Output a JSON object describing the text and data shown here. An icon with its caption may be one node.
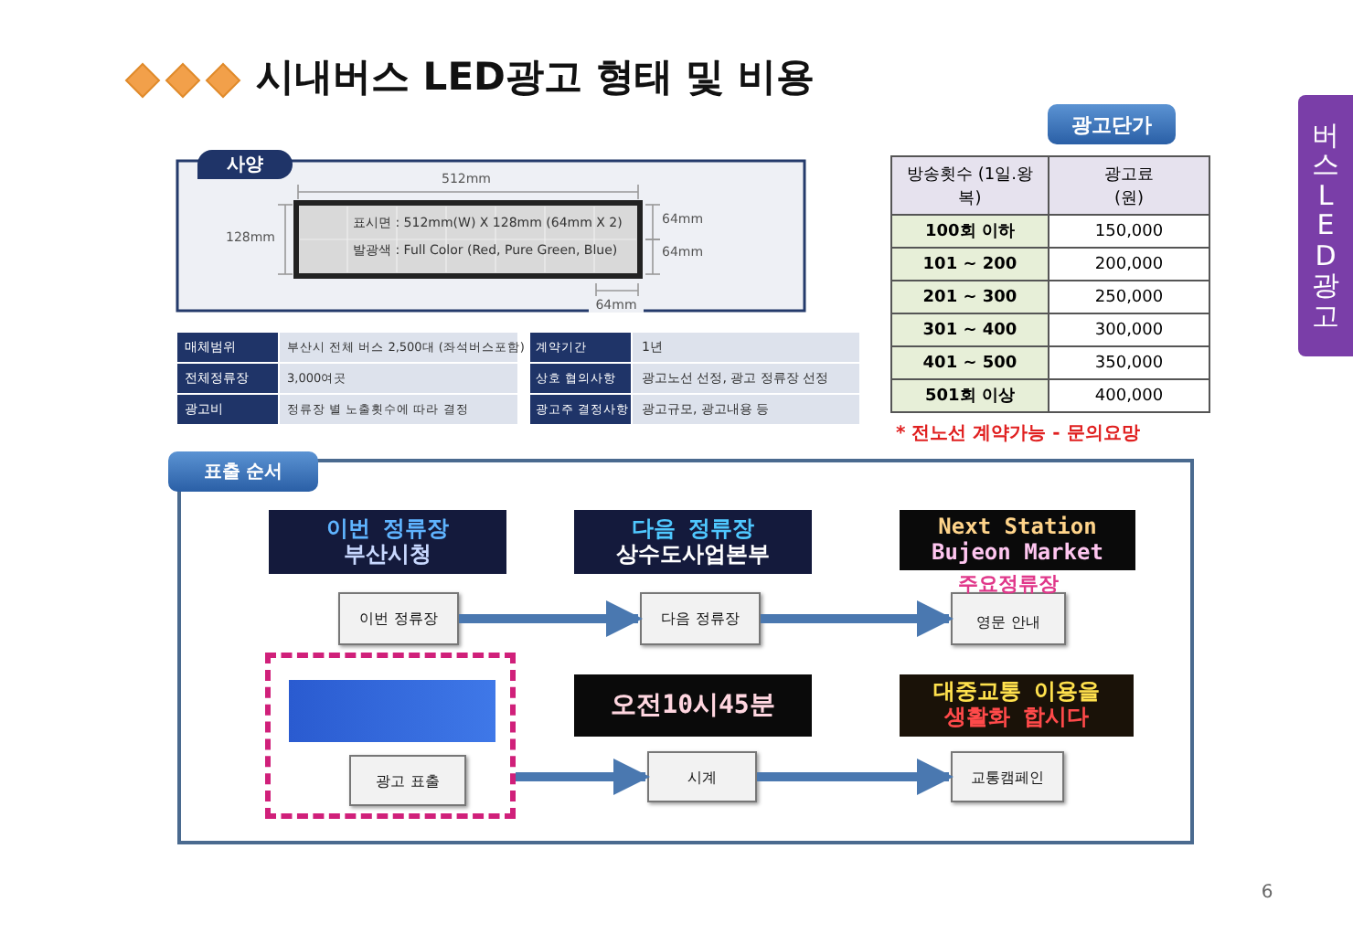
{
  "diagram": {
    "title": "시내버스 LED광고 형태 및 비용",
    "nodes": [
      {
        "text": [
          "표출 순서"
        ]
      },
      {
        "text": [
          "이번 정류장",
          "부산시청"
        ],
        "in": 0
      },
      {
        "text": [
          "다음 정류장",
          "상수도사업본부"
        ],
        "in": 0
      },
      {
        "text": [
          "Next Station",
          "Bujeon Market"
        ],
        "in": 0
      },
      {
        "text": [
          "이번 정류장"
        ],
        "in": 0
      },
      {
        "text": [
          "다음 정류장"
        ],
        "in": 0
      },
      {
        "text": [
          "주요정류장",
          "영문 안내"
        ],
        "in": 0
      },
      {
        "text": [],
        "shape": "box",
        "in": 0
      },
      {
        "text": [],
        "shape": "picture",
        "in": 7
      },
      {
        "text": [
          "오전10시45분"
        ],
        "in": 0
      },
      {
        "text": [
          "대중교통 이용을",
          "생활화 합시다"
        ],
        "in": 0
      },
      {
        "text": [
          "광고 표출"
        ],
        "in": 7
      },
      {
        "text": [
          "시계"
        ],
        "in": 0
      },
      {
        "text": [
          "교통캠페인"
        ],
        "in": 0
      }
    ],
    "edges": [
      {
        "from": 4,
        "to": 5,
        "arrow": "to"
      },
      {
        "from": 5,
        "to": 6,
        "arrow": "to"
      },
      {
        "from": 7,
        "to": 12,
        "arrow": "to"
      },
      {
        "from": 12,
        "to": 13,
        "arrow": "to"
      }
    ],
    "labels": [
      "사양",
      "512mm",
      "128mm",
      "표시면 : 512mm(W) X 128mm (64mm X 2)",
      "발광색 : Full Color (Red, Pure Green, Blue)",
      "64mm",
      "64mm",
      "64mm",
      "매체범위",
      "부산시 전체 버스 2,500대 (좌석버스포함)",
      "계약기간",
      "1년",
      "전체정류장",
      "3,000여곳",
      "상호 협의사항",
      "광고노선 선정, 광고 정류장 선정",
      "광고비",
      "정류장 별 노출횟수에 따라 결정",
      "광고주 결정사항",
      "광고규모, 광고내용 등",
      "광고단가",
      "방송횟수 (1일.왕복)",
      "광고료 (원)",
      "100회 이하",
      "150,000",
      "101 ~ 200",
      "200,000",
      "201 ~ 300",
      "250,000",
      "301 ~ 400",
      "300,000",
      "401 ~ 500",
      "350,000",
      "501회 이상",
      "400,000",
      "* 전노선 계약가능 - 문의요망",
      "버스 LED 광고",
      "6"
    ]
  }
}
